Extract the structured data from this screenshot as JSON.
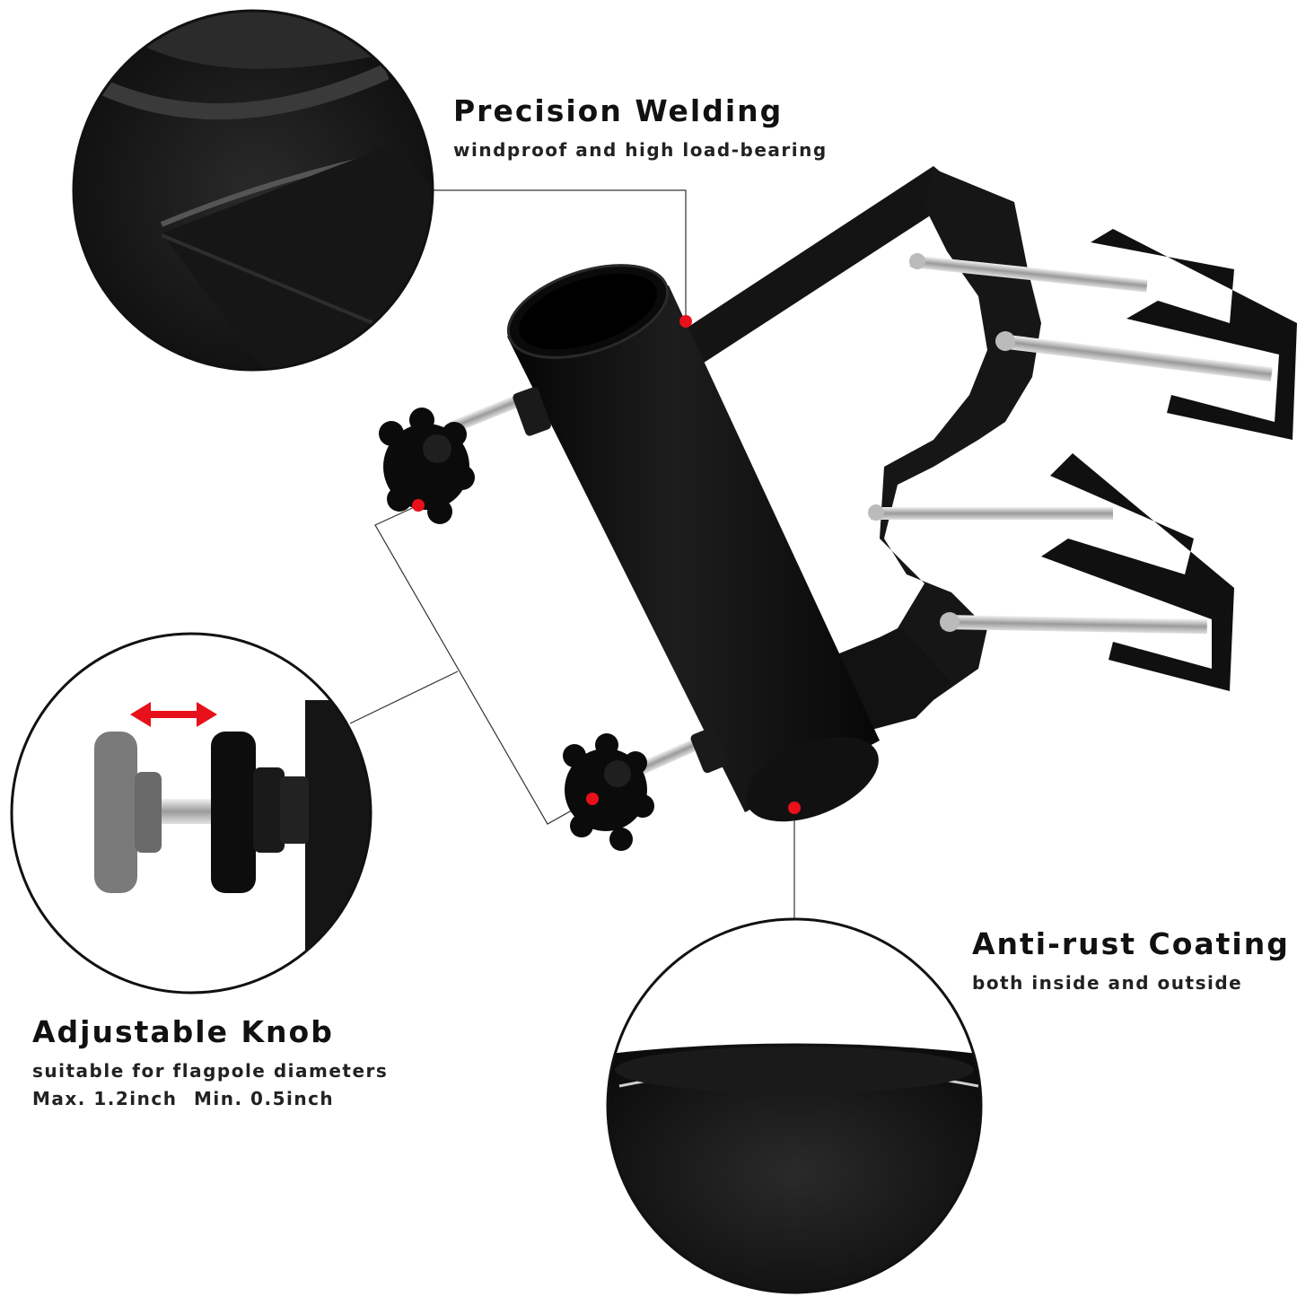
{
  "features": {
    "welding": {
      "title": "Precision Welding",
      "subtitle": "windproof and high load-bearing"
    },
    "coating": {
      "title": "Anti-rust Coating",
      "subtitle": "both inside and outside"
    },
    "knob": {
      "title": "Adjustable Knob",
      "subtitle": "suitable for flagpole diameters",
      "max": "Max. 1.2inch",
      "min": "Min. 0.5inch"
    }
  },
  "colors": {
    "background": "#ffffff",
    "metal": "#111111",
    "callout_dot": "#e8101a",
    "arrow": "#e8101a",
    "ghost_knob": "#7a7a7a",
    "text": "#111111"
  },
  "icons": [
    "welding-zoom-circle",
    "knob-zoom-circle",
    "coating-zoom-circle",
    "callout-dot",
    "double-arrow-icon"
  ]
}
